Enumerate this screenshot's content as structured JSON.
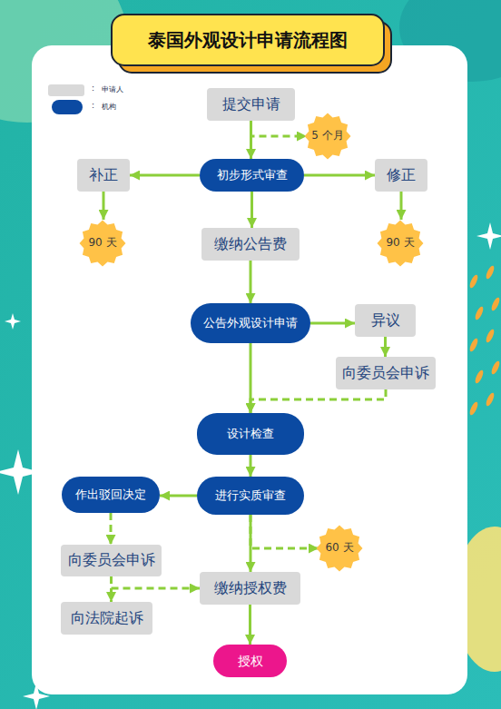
{
  "diagram": {
    "title": "泰国外观设计申请流程图",
    "nodes": [
      {
        "text": [
          "提交申请"
        ]
      },
      {
        "text": [
          "5 个月"
        ]
      },
      {
        "text": [
          "补正"
        ]
      },
      {
        "text": [
          "初步形式审查"
        ]
      },
      {
        "text": [
          "修正"
        ]
      },
      {
        "text": [
          "90 天"
        ]
      },
      {
        "text": [
          "缴纳公告费"
        ]
      },
      {
        "text": [
          "90 天"
        ]
      },
      {
        "text": [
          "公告外观设计申请"
        ]
      },
      {
        "text": [
          "异议"
        ]
      },
      {
        "text": [
          "向委员会申诉"
        ]
      },
      {
        "text": [
          "设计检查"
        ]
      },
      {
        "text": [
          "作出驳回决定"
        ]
      },
      {
        "text": [
          "进行实质审查"
        ]
      },
      {
        "text": [
          "60 天"
        ]
      },
      {
        "text": [
          "向委员会申诉"
        ]
      },
      {
        "text": [
          "缴纳授权费"
        ]
      },
      {
        "text": [
          "向法院起诉"
        ]
      },
      {
        "text": [
          "授权"
        ]
      }
    ],
    "edges": [
      {
        "from": 0,
        "to": 3,
        "arrow": "to"
      },
      {
        "from": 0,
        "to": 1,
        "arrow": "to"
      },
      {
        "from": 3,
        "to": 2,
        "arrow": "to"
      },
      {
        "from": 3,
        "to": 4,
        "arrow": "to"
      },
      {
        "from": 2,
        "to": 5,
        "arrow": "to"
      },
      {
        "from": 4,
        "to": 7,
        "arrow": "to"
      },
      {
        "from": 3,
        "to": 6,
        "arrow": "to"
      },
      {
        "from": 6,
        "to": 8,
        "arrow": "to"
      },
      {
        "from": 8,
        "to": 9,
        "arrow": "to"
      },
      {
        "from": 9,
        "to": 10,
        "arrow": "to"
      },
      {
        "from": 10,
        "to": 11,
        "arrow": "to"
      },
      {
        "from": 8,
        "to": 11,
        "arrow": "to"
      },
      {
        "from": 11,
        "to": 13,
        "arrow": "to"
      },
      {
        "from": 13,
        "to": 12,
        "arrow": "to"
      },
      {
        "from": 13,
        "to": 16,
        "arrow": "to"
      },
      {
        "from": 13,
        "to": 14,
        "arrow": "to"
      },
      {
        "from": 12,
        "to": 15,
        "arrow": "to"
      },
      {
        "from": 15,
        "to": 17,
        "arrow": "to"
      },
      {
        "from": 15,
        "to": 16,
        "arrow": "to"
      },
      {
        "from": 16,
        "to": 18,
        "arrow": "to"
      }
    ],
    "labels": [
      ":",
      ":"
    ],
    "legend": [
      {
        "text": "申请人",
        "color": "#d9d9d9"
      },
      {
        "text": "机构",
        "color": "#0b4aa2"
      }
    ]
  }
}
